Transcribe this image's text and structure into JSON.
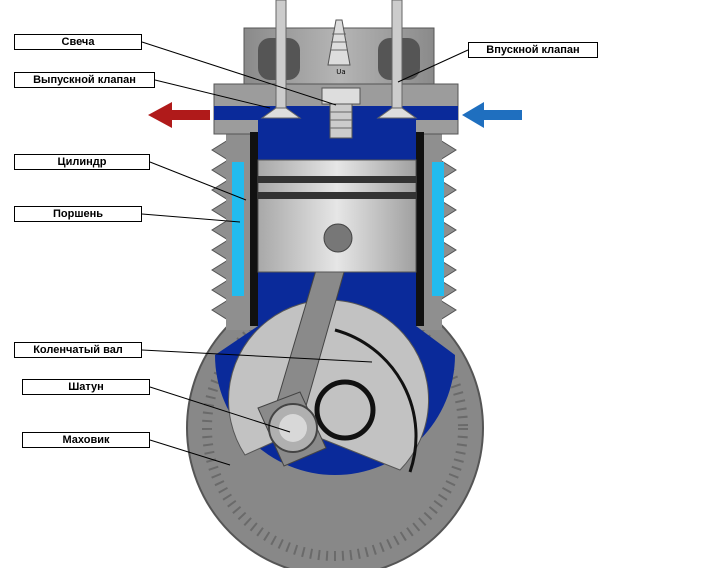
{
  "labels": {
    "spark_plug": "Свеча",
    "exhaust_valve": "Выпускной клапан",
    "intake_valve": "Впускной клапан",
    "cylinder": "Цилиндр",
    "piston": "Поршень",
    "crankshaft": "Коленчатый вал",
    "connecting_rod": "Шатун",
    "flywheel": "Маховик"
  },
  "plug_text": "Ua",
  "colors": {
    "intake_arrow": "#1f6fbf",
    "exhaust_arrow": "#b01a1a",
    "chamber": "#0a2a9a",
    "coolant": "#22bbee",
    "metal": "#9a9a9a",
    "piston": "#d0d0d0"
  }
}
